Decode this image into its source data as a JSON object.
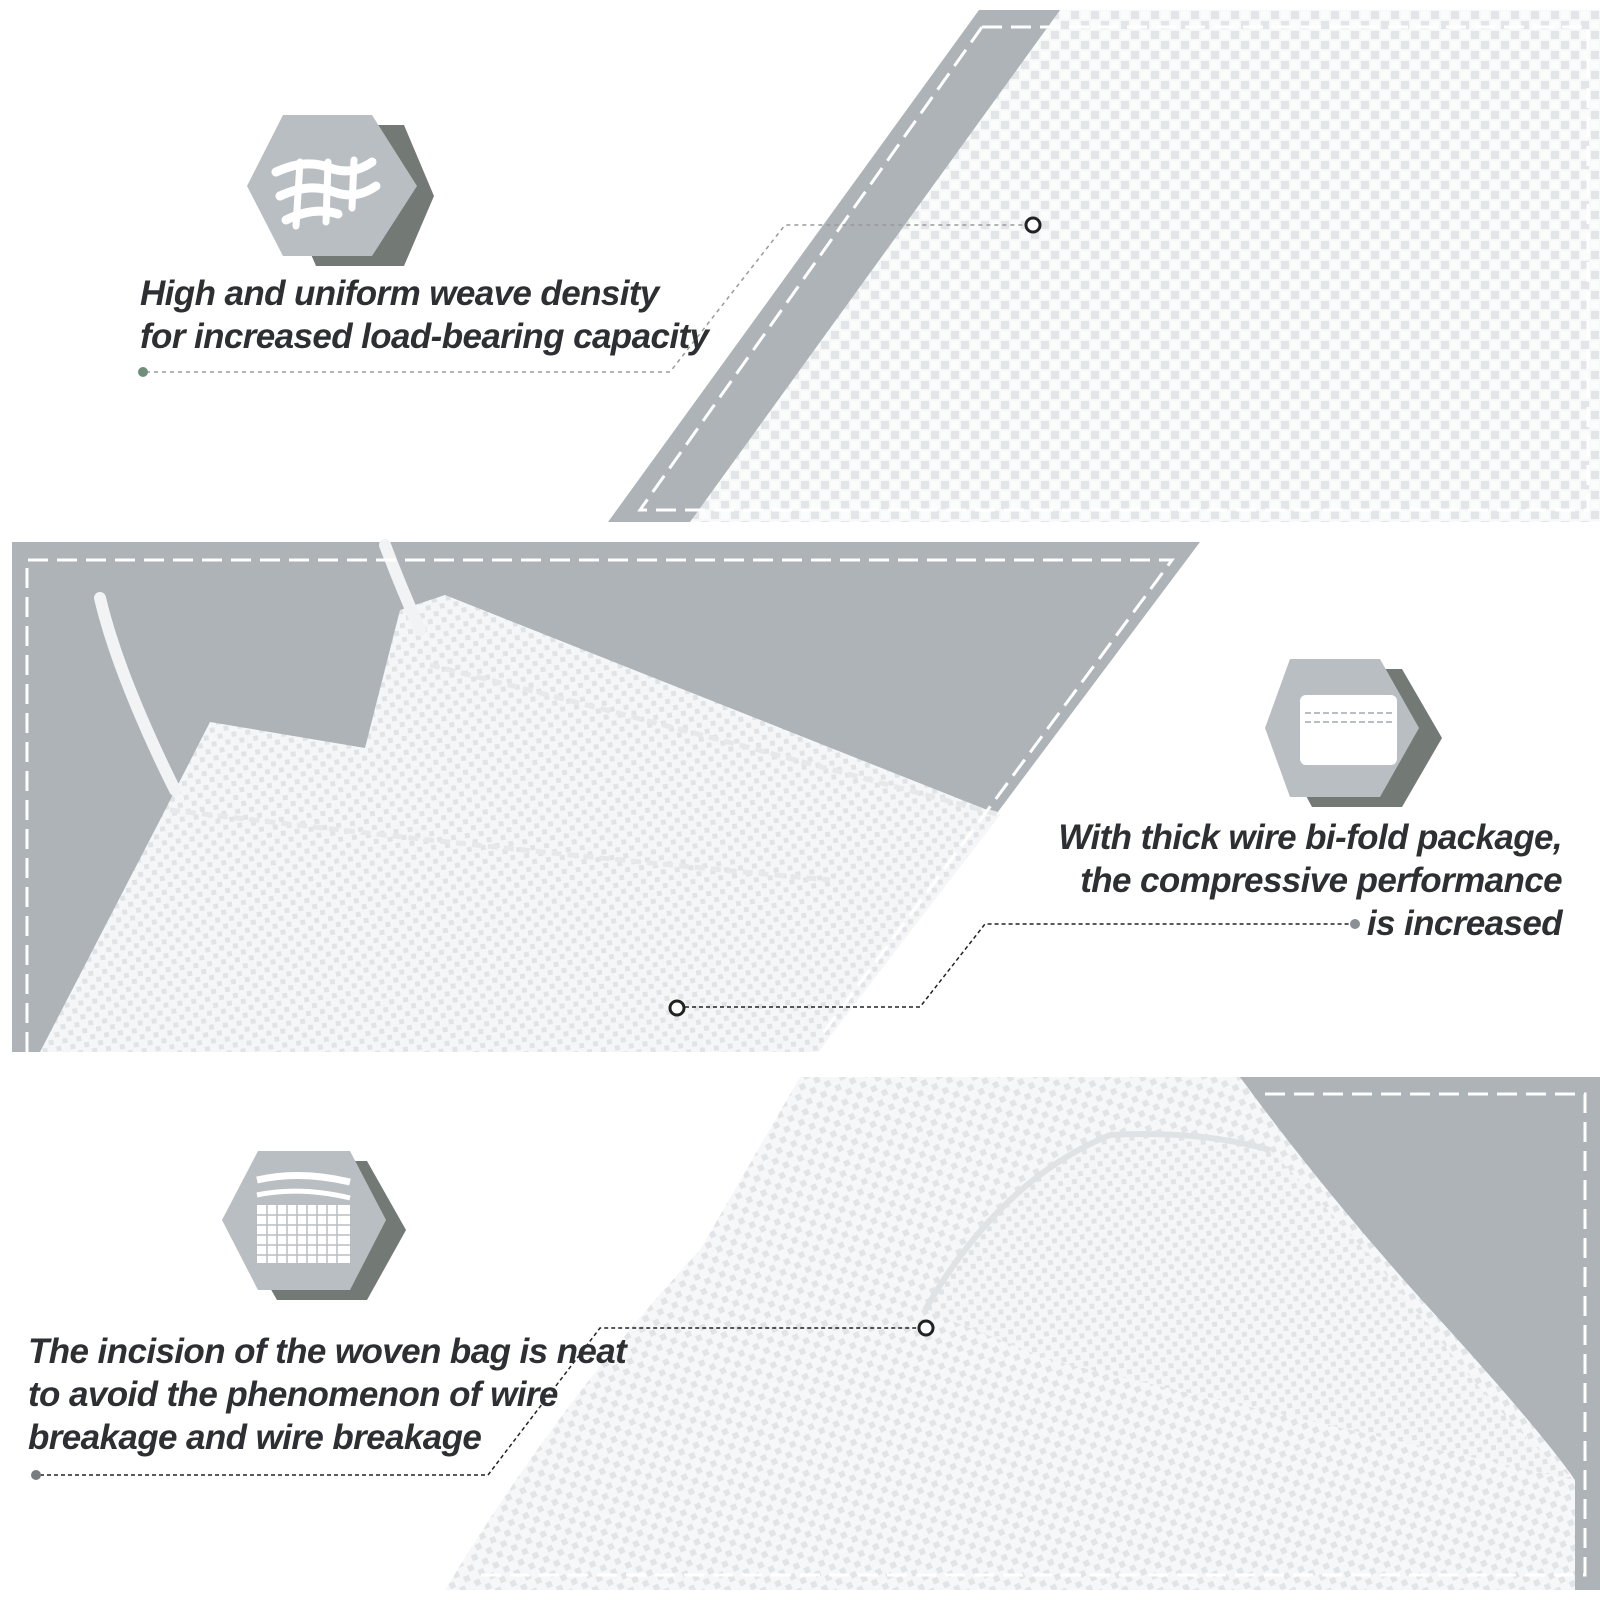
{
  "theme": {
    "panel_gray": "#aeb3b8",
    "fabric_white": "#f7f8f8",
    "weave_line": "#dfe2e4",
    "hex_gray": "#b9bec3",
    "hex_shadow": "#737a76",
    "text_dark": "#2d2f33",
    "accent_green": "#6f8f7a",
    "leader_gray": "#9a9a9a"
  },
  "features": [
    {
      "id": "weave-density",
      "icon": "weave-fabric-icon",
      "lines": [
        "High and uniform weave density",
        "for increased load-bearing capacity"
      ]
    },
    {
      "id": "bifold-package",
      "icon": "stitched-hem-icon",
      "lines": [
        "With thick wire bi-fold package,",
        "the compressive performance",
        "is increased"
      ]
    },
    {
      "id": "neat-incision",
      "icon": "cut-edge-grid-icon",
      "lines": [
        "The incision of the woven bag is neat",
        "to avoid the phenomenon of wire",
        "breakage and wire breakage"
      ]
    }
  ]
}
